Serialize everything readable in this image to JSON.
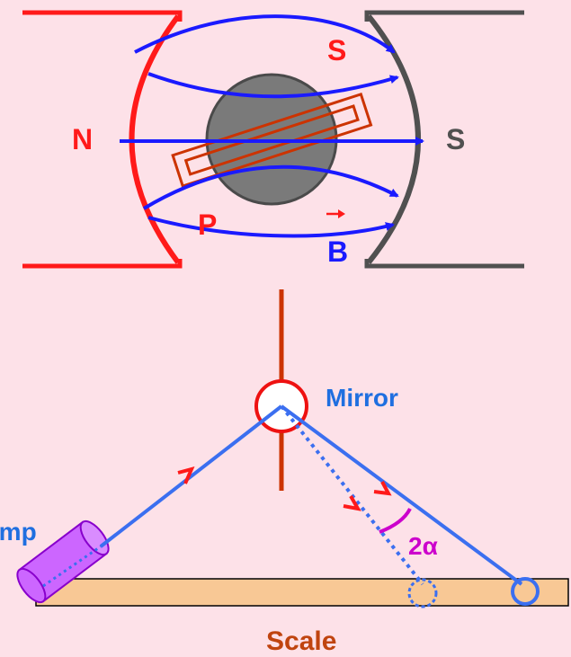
{
  "top": {
    "label_north_pole": "N",
    "label_south_pole": "S",
    "label_coil_s": "S",
    "label_coil_p": "P",
    "label_field": "B"
  },
  "bottom": {
    "label_mirror": "Mirror",
    "label_lamp": "Lamp",
    "label_angle": "2α",
    "label_scale": "Scale"
  },
  "colors": {
    "background": "#fde1e8",
    "north": "#ff1a1a",
    "south": "#505050",
    "field": "#1a1aff",
    "coil": "#cc3300",
    "core": "#7a7a7a",
    "beam": "#3b6ff0",
    "angle": "#cc00cc",
    "lamp": "#cc66ff",
    "scale": "#f8c895",
    "scale_text": "#c0440f"
  }
}
